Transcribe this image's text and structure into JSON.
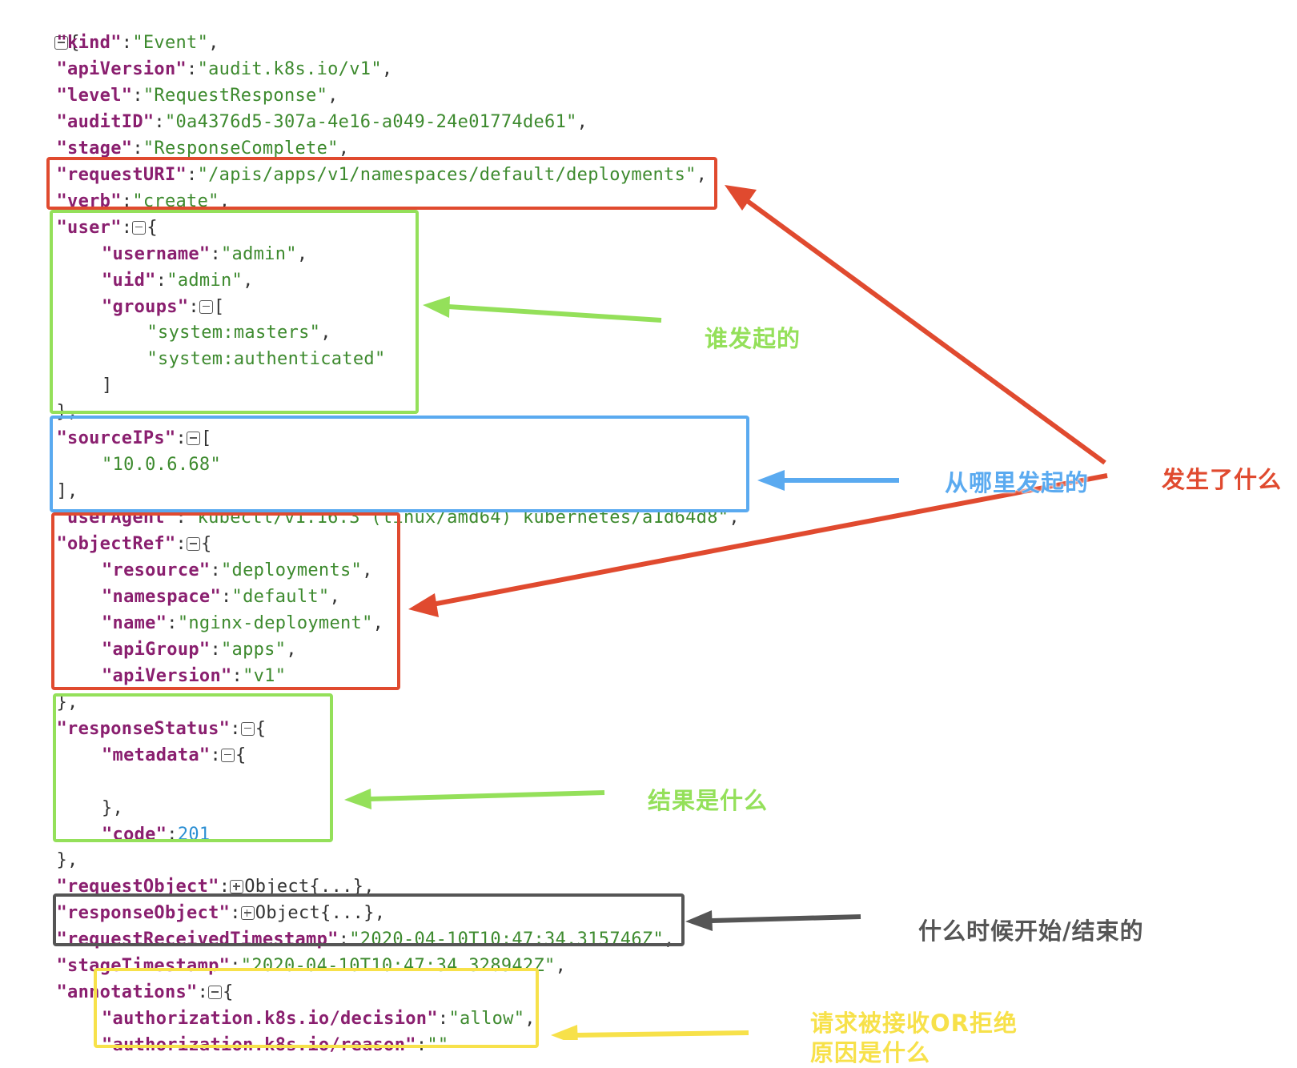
{
  "json_viewer": {
    "root_open": "{",
    "lines": [
      {
        "key": "\"kind\"",
        "colon": ":",
        "val": "\"Event\"",
        "trail": ","
      },
      {
        "key": "\"apiVersion\"",
        "colon": ":",
        "val": "\"audit.k8s.io/v1\"",
        "trail": ","
      },
      {
        "key": "\"level\"",
        "colon": ":",
        "val": "\"RequestResponse\"",
        "trail": ","
      },
      {
        "key": "\"auditID\"",
        "colon": ":",
        "val": "\"0a4376d5-307a-4e16-a049-24e01774de61\"",
        "trail": ","
      },
      {
        "key": "\"stage\"",
        "colon": ":",
        "val": "\"ResponseComplete\"",
        "trail": ","
      },
      {
        "key": "\"requestURI\"",
        "colon": ":",
        "val": "\"/apis/apps/v1/namespaces/default/deployments\"",
        "trail": ","
      },
      {
        "key": "\"verb\"",
        "colon": ":",
        "val": "\"create\"",
        "trail": ","
      },
      {
        "key": "\"user\"",
        "colon": ":",
        "open": "{"
      },
      {
        "key": "\"username\"",
        "colon": ":",
        "val": "\"admin\"",
        "trail": ","
      },
      {
        "key": "\"uid\"",
        "colon": ":",
        "val": "\"admin\"",
        "trail": ","
      },
      {
        "key": "\"groups\"",
        "colon": ":",
        "open": "["
      },
      {
        "val": "\"system:masters\"",
        "trail": ","
      },
      {
        "val": "\"system:authenticated\""
      },
      {
        "punct": "]"
      },
      {
        "punct": "},"
      },
      {
        "key": "\"sourceIPs\"",
        "colon": ":",
        "open": "["
      },
      {
        "val": "\"10.0.6.68\""
      },
      {
        "punct": "],"
      },
      {
        "key": "\"userAgent\"",
        "colon": ":",
        "val": "\"kubectl/v1.16.3 (linux/amd64) kubernetes/a1d64d8\"",
        "trail": ","
      },
      {
        "key": "\"objectRef\"",
        "colon": ":",
        "open": "{"
      },
      {
        "key": "\"resource\"",
        "colon": ":",
        "val": "\"deployments\"",
        "trail": ","
      },
      {
        "key": "\"namespace\"",
        "colon": ":",
        "val": "\"default\"",
        "trail": ","
      },
      {
        "key": "\"name\"",
        "colon": ":",
        "val": "\"nginx-deployment\"",
        "trail": ","
      },
      {
        "key": "\"apiGroup\"",
        "colon": ":",
        "val": "\"apps\"",
        "trail": ","
      },
      {
        "key": "\"apiVersion\"",
        "colon": ":",
        "val": "\"v1\""
      },
      {
        "punct": "},"
      },
      {
        "key": "\"responseStatus\"",
        "colon": ":",
        "open": "{"
      },
      {
        "key": "\"metadata\"",
        "colon": ":",
        "open": "{"
      },
      {
        "punct": ""
      },
      {
        "punct": "},"
      },
      {
        "key": "\"code\"",
        "colon": ":",
        "num": "201"
      },
      {
        "punct": "},"
      },
      {
        "key": "\"requestObject\"",
        "colon": ":",
        "collapsed": "Object{...}",
        "trail": ","
      },
      {
        "key": "\"responseObject\"",
        "colon": ":",
        "collapsed": "Object{...}",
        "trail": ","
      },
      {
        "key": "\"requestReceivedTimestamp\"",
        "colon": ":",
        "val": "\"2020-04-10T10:47:34.315746Z\"",
        "trail": ","
      },
      {
        "key": "\"stageTimestamp\"",
        "colon": ":",
        "val": "\"2020-04-10T10:47:34.328942Z\"",
        "trail": ","
      },
      {
        "key": "\"annotations\"",
        "colon": ":",
        "open": "{"
      },
      {
        "key": "\"authorization.k8s.io/decision\"",
        "colon": ":",
        "val": "\"allow\"",
        "trail": ","
      },
      {
        "key": "\"authorization.k8s.io/reason\"",
        "colon": ":",
        "val": "\"\""
      }
    ]
  },
  "annotations": {
    "who": "谁发起的",
    "from_where": "从哪里发起的",
    "what": "发生了什么",
    "result": "结果是什么",
    "when": "什么时候开始/结束的",
    "decision": "请求被接收OR拒绝",
    "decision_line2": "原因是什么"
  },
  "colors": {
    "key": "#8a1f6f",
    "string": "#3d8a2e",
    "number": "#2c8fd3",
    "red": "#e04a2f",
    "green": "#94e05a",
    "blue": "#5aaaf0",
    "gray": "#555555",
    "yellow": "#f7e14a"
  }
}
